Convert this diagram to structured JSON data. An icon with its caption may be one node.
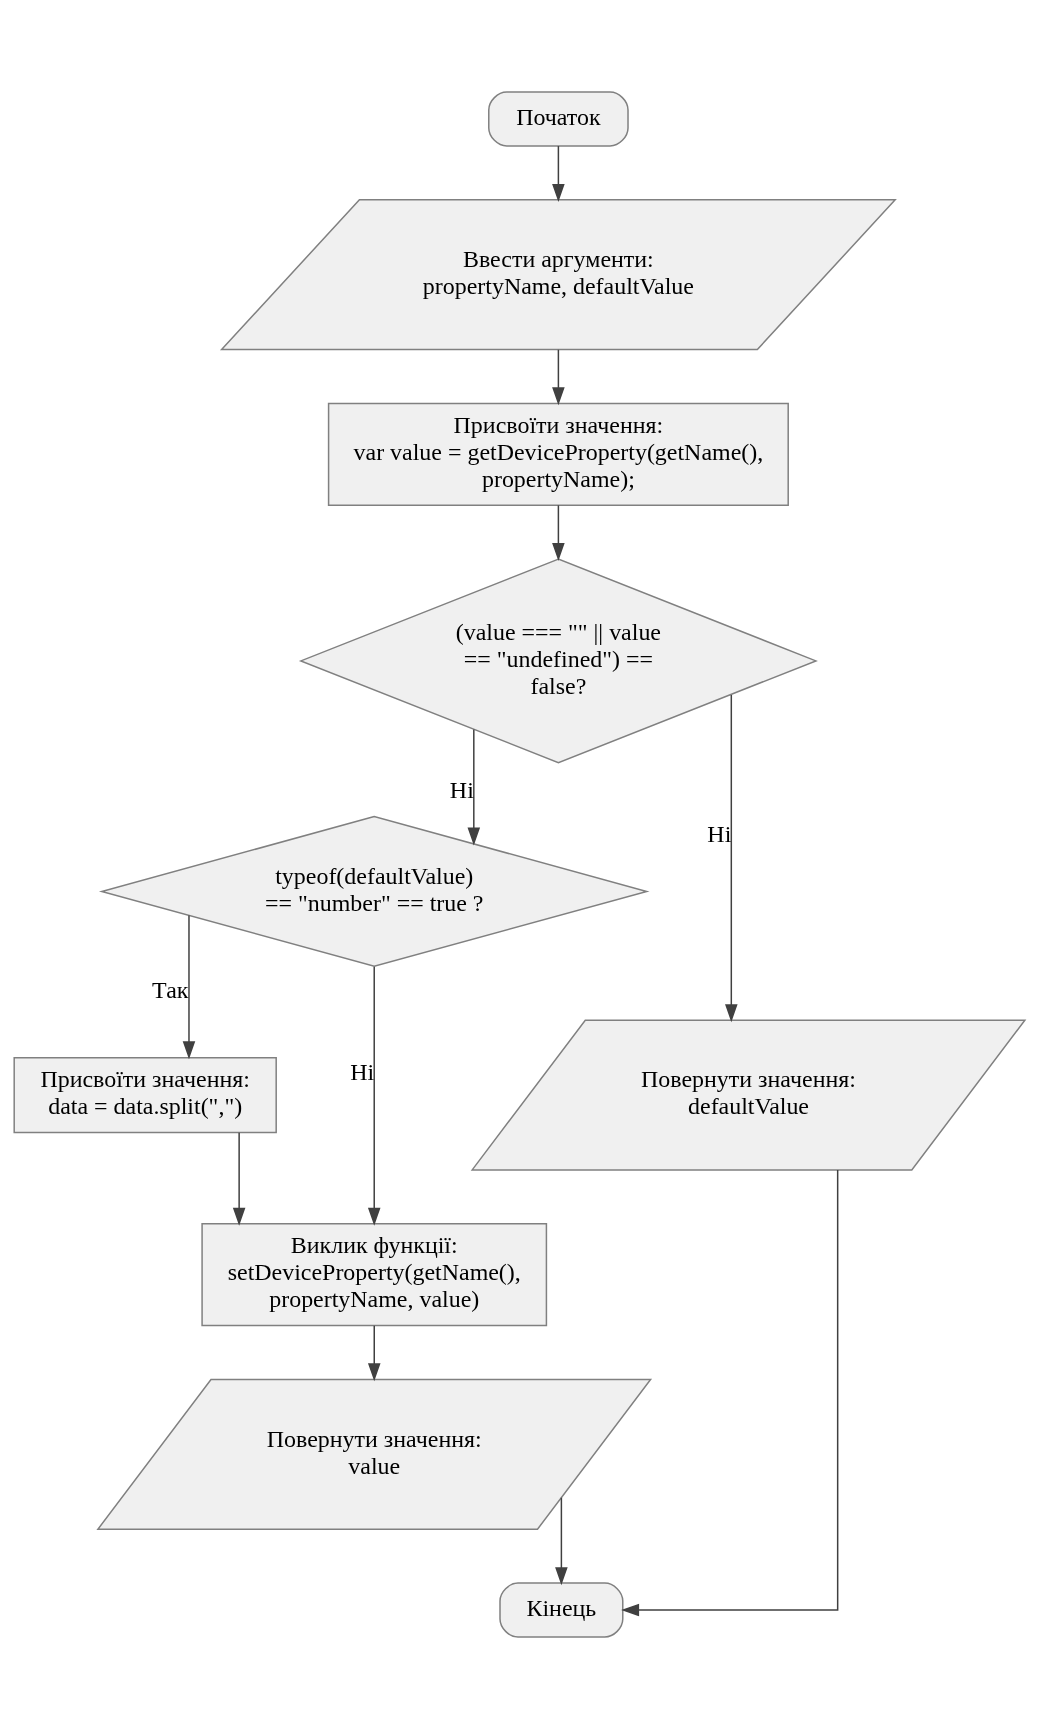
{
  "diagram": {
    "nodes": [
      {
        "text": [
          "Початок"
        ]
      },
      {
        "text": [
          "Ввести аргументи:",
          "propertyName, defaultValue"
        ]
      },
      {
        "text": [
          "Присвоїти значення:",
          "var value = getDeviceProperty(getName(), propertyName);"
        ]
      },
      {
        "text": [
          "(value === \"\" || value == \"undefined\") == false?"
        ]
      },
      {
        "text": [
          "typeof(defaultValue) == \"number\" == true ?"
        ]
      },
      {
        "text": [
          "Присвоїти значення:",
          "data = data.split(\",\")"
        ]
      },
      {
        "text": [
          "Виклик функції:",
          "setDeviceProperty(getName(), propertyName, value)"
        ]
      },
      {
        "text": [
          "Повернути значення:",
          "defaultValue"
        ]
      },
      {
        "text": [
          "Повернути значення:",
          "value"
        ]
      },
      {
        "text": [
          "Кінець"
        ]
      }
    ],
    "edges": [
      {
        "from": 0,
        "to": 1,
        "arrow": "to"
      },
      {
        "from": 1,
        "to": 2,
        "arrow": "to"
      },
      {
        "from": 2,
        "to": 3,
        "arrow": "to"
      },
      {
        "from": 3,
        "to": 4,
        "arrow": "to",
        "label": "Ні"
      },
      {
        "from": 3,
        "to": 7,
        "arrow": "to",
        "label": "Ні"
      },
      {
        "from": 4,
        "to": 5,
        "arrow": "to",
        "label": "Так"
      },
      {
        "from": 4,
        "to": 6,
        "arrow": "to",
        "label": "Ні"
      },
      {
        "from": 5,
        "to": 6,
        "arrow": "to"
      },
      {
        "from": 6,
        "to": 8,
        "arrow": "to"
      },
      {
        "from": 7,
        "to": 9,
        "arrow": "to"
      },
      {
        "from": 8,
        "to": 9,
        "arrow": "to"
      }
    ]
  }
}
